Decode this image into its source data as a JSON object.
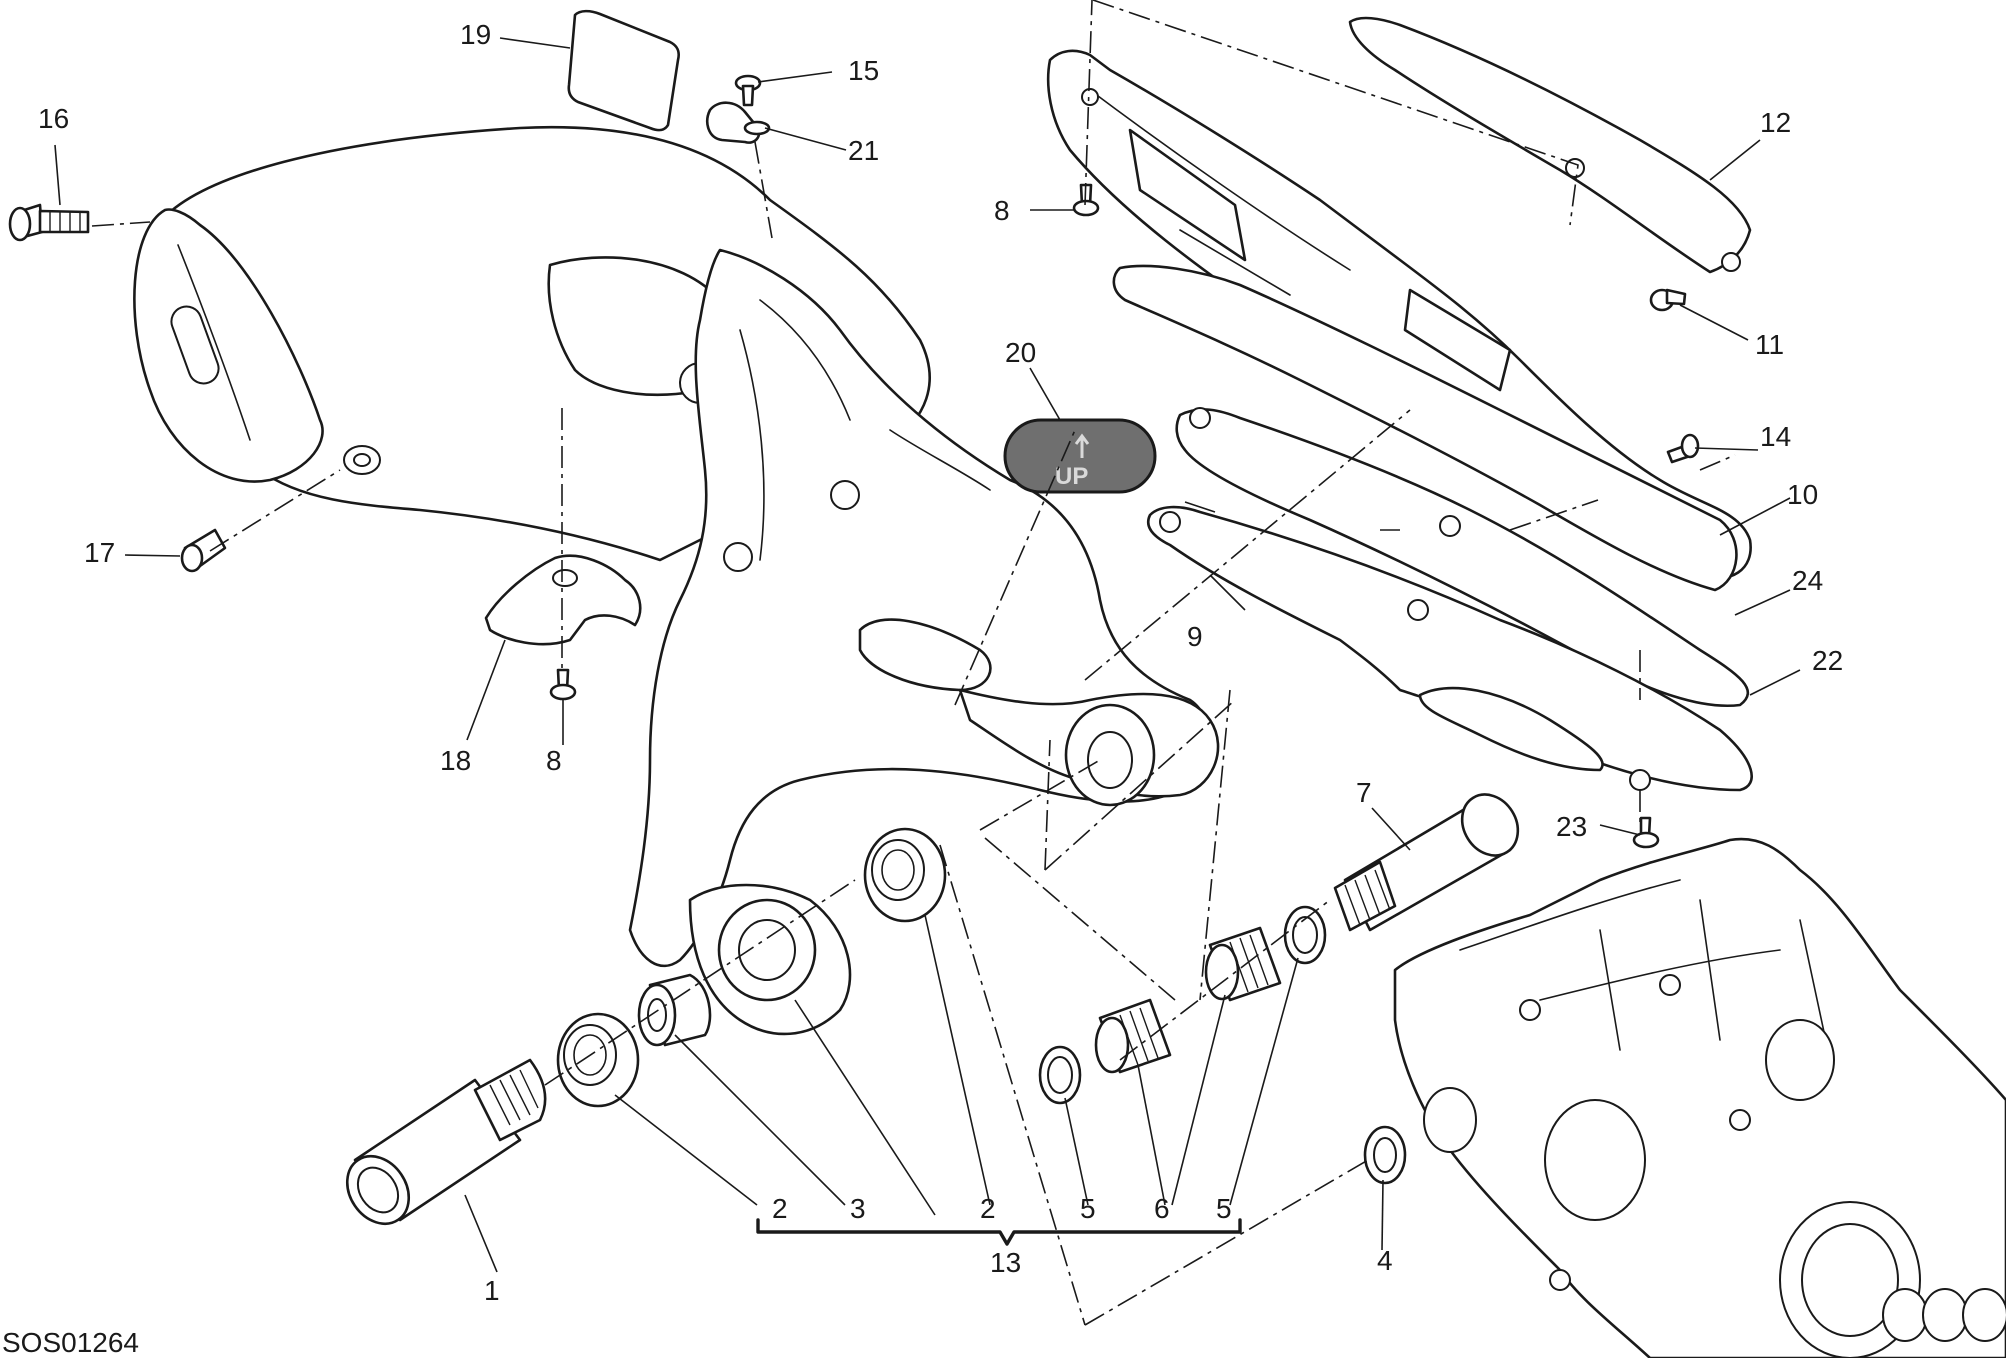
{
  "diagram": {
    "drawing_code": "SOS01264",
    "badge_text": "UP",
    "callouts": {
      "c1": "1",
      "c2a": "2",
      "c3": "3",
      "c2b": "2",
      "c5a": "5",
      "c6": "6",
      "c5b": "5",
      "c4": "4",
      "c7": "7",
      "c8a": "8",
      "c8b": "8",
      "c9": "9",
      "c10": "10",
      "c11": "11",
      "c12": "12",
      "c13": "13",
      "c14": "14",
      "c15": "15",
      "c16": "16",
      "c17": "17",
      "c18": "18",
      "c19": "19",
      "c20": "20",
      "c21": "21",
      "c22": "22",
      "c23": "23",
      "c24": "24"
    }
  }
}
